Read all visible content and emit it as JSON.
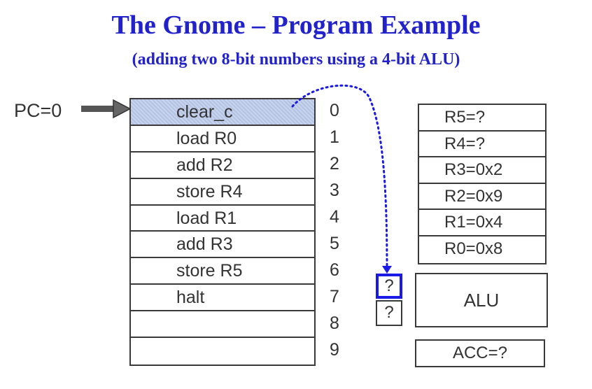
{
  "header": {
    "title": "The Gnome – Program Example",
    "subtitle": "(adding two 8-bit numbers using a 4-bit ALU)"
  },
  "pc": {
    "label": "PC=0"
  },
  "memory": [
    {
      "address": "0",
      "instruction": "clear_c"
    },
    {
      "address": "1",
      "instruction": "load R0"
    },
    {
      "address": "2",
      "instruction": "add R2"
    },
    {
      "address": "3",
      "instruction": "store R4"
    },
    {
      "address": "4",
      "instruction": "load R1"
    },
    {
      "address": "5",
      "instruction": "add R3"
    },
    {
      "address": "6",
      "instruction": "store R5"
    },
    {
      "address": "7",
      "instruction": "halt"
    },
    {
      "address": "8",
      "instruction": ""
    },
    {
      "address": "9",
      "instruction": ""
    }
  ],
  "registers": [
    "R5=?",
    "R4=?",
    "R3=0x2",
    "R2=0x9",
    "R1=0x4",
    "R0=0x8"
  ],
  "alu": {
    "label": "ALU"
  },
  "acc": {
    "label": "ACC=?"
  },
  "carry": {
    "top": "?",
    "bottom": "?"
  },
  "colors": {
    "accent": "#2222cc",
    "highlight": "#1a1ae6",
    "active_row": "#c1cdea"
  }
}
